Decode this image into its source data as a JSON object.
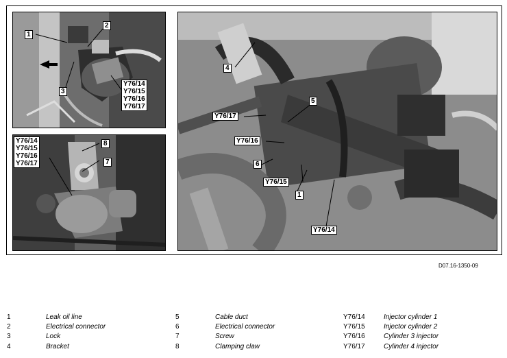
{
  "callouts": {
    "c1": "1",
    "c2": "2",
    "c3": "3",
    "c4": "4",
    "c5": "5",
    "c6": "6",
    "c7": "7",
    "c8": "8",
    "y14": "Y76/14",
    "y15": "Y76/15",
    "y16": "Y76/16",
    "y17": "Y76/17"
  },
  "doc_ref": "D07.16-1350-09",
  "legend": [
    {
      "num": "1",
      "text": "Leak oil line"
    },
    {
      "num": "2",
      "text": "Electrical connector"
    },
    {
      "num": "3",
      "text": "Lock"
    },
    {
      "num": "4",
      "text": "Bracket"
    },
    {
      "num": "5",
      "text": "Cable duct"
    },
    {
      "num": "6",
      "text": "Electrical connector"
    },
    {
      "num": "7",
      "text": "Screw"
    },
    {
      "num": "8",
      "text": "Clamping claw"
    },
    {
      "num": "Y76/14",
      "text": "Injector cylinder 1"
    },
    {
      "num": "Y76/15",
      "text": "Injector cylinder 2"
    },
    {
      "num": "Y76/16",
      "text": "Cylinder 3 injector"
    },
    {
      "num": "Y76/17",
      "text": "Cylinder 4 injector"
    }
  ]
}
